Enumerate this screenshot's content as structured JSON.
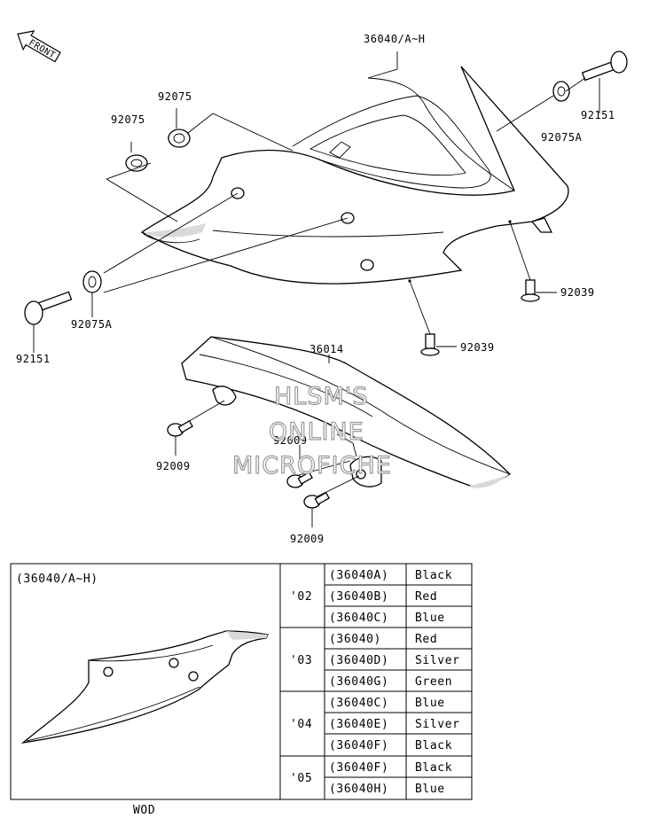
{
  "front_label": "FRONT",
  "callouts": [
    {
      "id": "c36040",
      "text": "36040/A~H"
    },
    {
      "id": "c92075a_top",
      "text": "92075"
    },
    {
      "id": "c92075b_top",
      "text": "92075"
    },
    {
      "id": "c92151_r",
      "text": "92151"
    },
    {
      "id": "c92075A_r",
      "text": "92075A"
    },
    {
      "id": "c92039_r",
      "text": "92039"
    },
    {
      "id": "c92039_c",
      "text": "92039"
    },
    {
      "id": "c92075A_l",
      "text": "92075A"
    },
    {
      "id": "c92151_l",
      "text": "92151"
    },
    {
      "id": "c36014",
      "text": "36014"
    },
    {
      "id": "c92009_l",
      "text": "92009"
    },
    {
      "id": "c92009_m",
      "text": "92009"
    },
    {
      "id": "c92009_b",
      "text": "92009"
    }
  ],
  "watermark": [
    "HLSM'S",
    "ONLINE",
    "MICROFICHE"
  ],
  "table": {
    "title": "(36040/A~H)",
    "footer": "WOD",
    "groups": [
      {
        "year": "'02",
        "rows": [
          [
            "(36040A)",
            "Black"
          ],
          [
            "(36040B)",
            "Red"
          ],
          [
            "(36040C)",
            "Blue"
          ]
        ]
      },
      {
        "year": "'03",
        "rows": [
          [
            "(36040)",
            "Red"
          ],
          [
            "(36040D)",
            "Silver"
          ],
          [
            "(36040G)",
            "Green"
          ]
        ]
      },
      {
        "year": "'04",
        "rows": [
          [
            "(36040C)",
            "Blue"
          ],
          [
            "(36040E)",
            "Silver"
          ],
          [
            "(36040F)",
            "Black"
          ]
        ]
      },
      {
        "year": "'05",
        "rows": [
          [
            "(36040F)",
            "Black"
          ],
          [
            "(36040H)",
            "Blue"
          ]
        ]
      }
    ]
  }
}
